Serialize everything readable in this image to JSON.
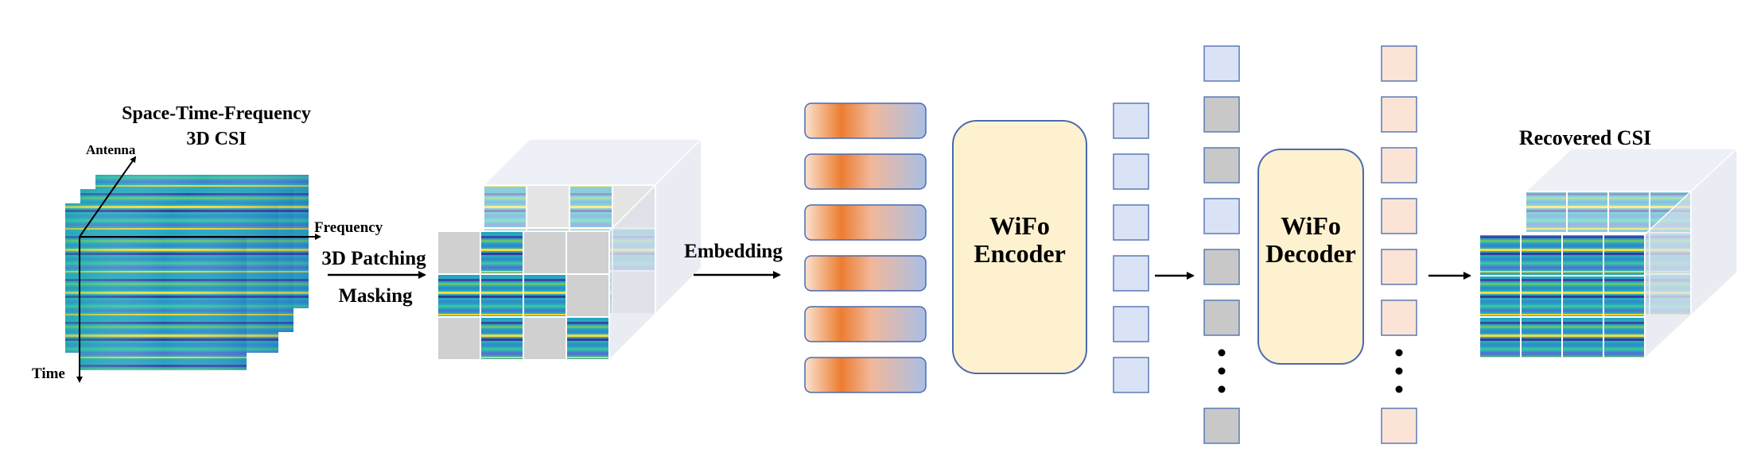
{
  "input": {
    "title_line1": "Space-Time-Frequency",
    "title_line2": "3D CSI",
    "axis_antenna": "Antenna",
    "axis_frequency": "Frequency",
    "axis_time": "Time"
  },
  "steps": {
    "patching_line1": "3D Patching",
    "patching_line2": "Masking",
    "embedding": "Embedding"
  },
  "encoder": {
    "line1": "WiFo",
    "line2": "Encoder"
  },
  "decoder": {
    "line1": "WiFo",
    "line2": "Decoder"
  },
  "output": {
    "title": "Recovered CSI"
  },
  "colors": {
    "token_blue": "#dae3f5",
    "token_blue_stroke": "#5a7ab5",
    "token_gray": "#c8c8c8",
    "token_peach": "#fbe4d6",
    "token_peach_stroke": "#5a7ab5",
    "block_fill": "#fdf1cf",
    "block_stroke": "#4a6ab0",
    "embed_orange": "#ed7d31",
    "embed_blue": "#a9bfe6",
    "mask_gray": "#d0d0d0"
  },
  "sequences": {
    "decoder_input_masked": [
      false,
      true,
      true,
      false,
      true,
      true,
      true
    ],
    "encoder_output_count": 6,
    "embedding_count": 6
  }
}
